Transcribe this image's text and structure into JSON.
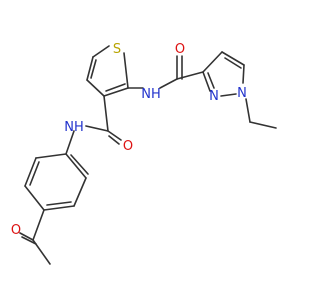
{
  "molecule": {
    "atom_labels": {
      "thiophene_sulfur": "S",
      "amide_nh_right": "NH",
      "amide_o_right": "O",
      "pyrazole_n1": "N",
      "pyrazole_n2": "N",
      "amide_o_left": "O",
      "amide_nh_left": "NH",
      "ketone_o": "O"
    },
    "colors": {
      "bond": "#333333",
      "sulfur": "#b8a400",
      "nitrogen": "#2233cc",
      "oxygen": "#dd1111"
    }
  }
}
